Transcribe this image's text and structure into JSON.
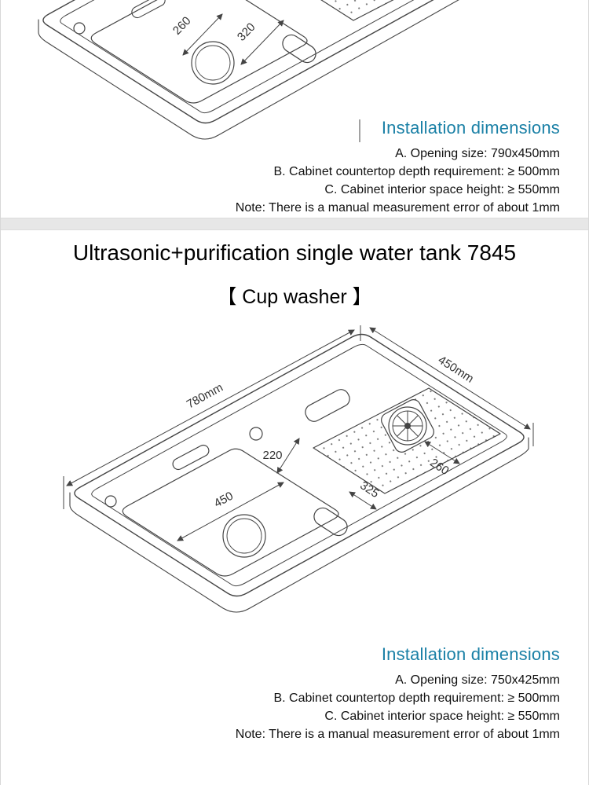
{
  "top_section": {
    "heading": "Installation dimensions",
    "specs": [
      "A. Opening size: 790x450mm",
      "B. Cabinet countertop depth requirement: ≥ 500mm",
      "C. Cabinet interior space height: ≥ 550mm",
      "Note: There is a manual measurement error of about 1mm"
    ],
    "sketch_dimensions": {
      "dim1": "260",
      "dim2": "320"
    }
  },
  "product": {
    "title": "Ultrasonic+purification single water tank 7845",
    "subtitle": "【 Cup washer 】"
  },
  "diagram": {
    "overall_width": "780mm",
    "overall_depth": "450mm",
    "deck_depth": "220",
    "drainboard_width": "260",
    "basin_length": "450",
    "step_width": "325"
  },
  "bottom_section": {
    "heading": "Installation dimensions",
    "specs": [
      "A. Opening size: 750x425mm",
      "B. Cabinet countertop depth requirement: ≥ 500mm",
      "C. Cabinet interior space height: ≥ 550mm",
      "Note: There is a manual measurement error of about 1mm"
    ]
  },
  "colors": {
    "heading": "#1a80a6",
    "body_text": "#111111",
    "line": "#444444",
    "divider": "#e7e7e7"
  }
}
